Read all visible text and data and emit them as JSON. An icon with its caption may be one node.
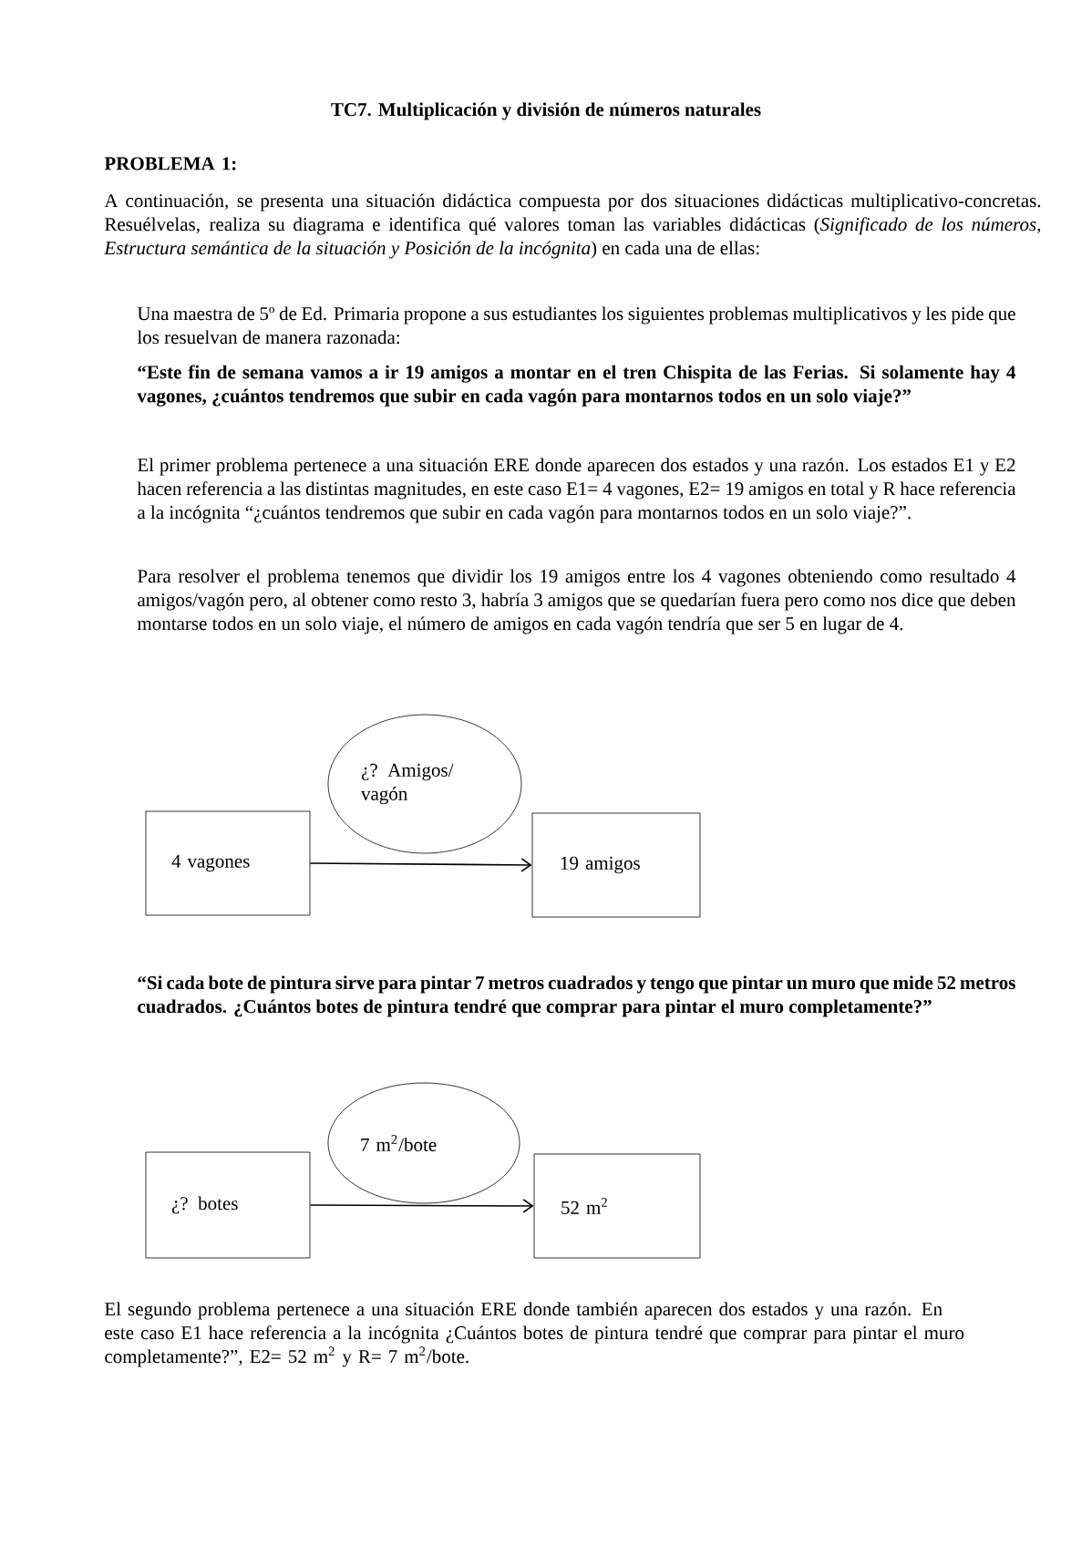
{
  "diagram": {
    "title": "TC7. Multiplicación y división de números naturales",
    "nodes": [
      {
        "text": [
          "4 vagones"
        ]
      },
      {
        "text": [
          "¿? Amigos/ vagón"
        ]
      },
      {
        "text": [
          "19 amigos"
        ]
      },
      {
        "text": [
          "¿? botes"
        ]
      },
      {
        "text": [
          "7 m$^{2}$/bote"
        ]
      },
      {
        "text": [
          "52 m$^{2}$"
        ]
      }
    ],
    "edges": [
      {
        "from": 0,
        "to": 2,
        "arrow": "to"
      },
      {
        "from": 3,
        "to": 5,
        "arrow": "to"
      }
    ],
    "labels": [
      "PROBLEMA 1:",
      "A continuación, se presenta una situación didáctica compuesta por dos situaciones didácticas multiplicativo-concretas. Resuélvelas, realiza su diagrama e identifica qué valores toman las variables didácticas (*Significado de los números, Estructura semántica de la situación y Posición de la incógnita*) en cada una de ellas:",
      "Una maestra de 5º de Ed. Primaria propone a sus estudiantes los siguientes problemas multiplicativos y les pide que los resuelvan de manera razonada:",
      "“Este fin de semana vamos a ir 19 amigos a montar en el tren Chispita de las Ferias. Si solamente hay 4 vagones, ¿cuántos tendremos que subir en cada vagón para montarnos todos en un solo viaje?”",
      "El primer problema pertenece a una situación ERE donde aparecen dos estados y una razón. Los estados E1 y E2 hacen referencia a las distintas magnitudes, en este caso E1= 4 vagones, E2= 19 amigos en total y R hace referencia a la incógnita “¿cuántos tendremos que subir en cada vagón para montarnos todos en un solo viaje?”.",
      "Para resolver el problema tenemos que dividir los 19 amigos entre los 4 vagones obteniendo como resultado 4 amigos/vagón pero, al obtener como resto 3, habría 3 amigos que se quedarían fuera pero como nos dice que deben montarse todos en un solo viaje, el número de amigos en cada vagón tendría que ser 5 en lugar de 4.",
      "“Si cada bote de pintura sirve para pintar 7 metros cuadrados y tengo que pintar un muro que mide 52 metros cuadrados. ¿Cuántos botes de pintura tendré que comprar para pintar el muro completamente?”",
      "El segundo problema pertenece a una situación ERE donde también aparecen dos estados y una razón. En este caso E1 hace referencia a la incógnita ¿Cuántos botes de pintura tendré que comprar para pintar el muro completamente?”, E2= 52 m$^{2}$ y R= 7 m$^{2}$/bote."
    ]
  }
}
